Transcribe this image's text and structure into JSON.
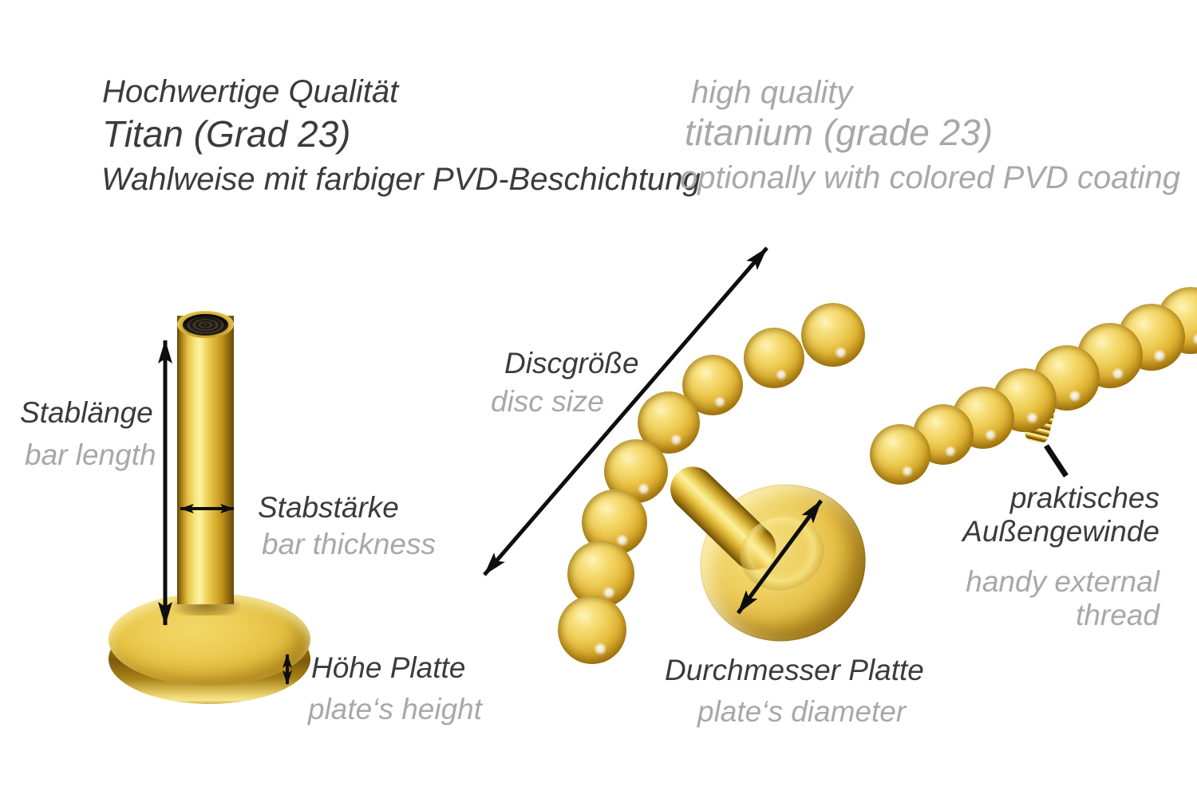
{
  "theme": {
    "text_dark": "#3b3b3d",
    "text_gray": "#a8a8ab",
    "arrow": "#0e0e0e",
    "bg": "#ffffff",
    "gold_light": "#fdf4bc",
    "gold_mid": "#efce58",
    "gold_dark": "#7d5a0a"
  },
  "header": {
    "de": {
      "line1": "Hochwertige Qualität",
      "line2": "Titan (Grad 23)",
      "line3": "Wahlweise mit farbiger PVD-Beschichtung"
    },
    "en": {
      "line1": "high quality",
      "line2": "titanium (grade 23)",
      "line3": "optionally with colored PVD coating"
    }
  },
  "labels": {
    "bar_length": {
      "de": "Stablänge",
      "en": "bar length"
    },
    "bar_thickness": {
      "de": "Stabstärke",
      "en": "bar thickness"
    },
    "plate_height": {
      "de": "Höhe Platte",
      "en": "plate‘s height"
    },
    "disc_size": {
      "de": "Discgröße",
      "en": "disc size"
    },
    "plate_diameter": {
      "de": "Durchmesser Platte",
      "en": "plate‘s diameter"
    },
    "external_thread": {
      "de_line1": "praktisches",
      "de_line2": "Außengewinde",
      "en_line1": "handy external",
      "en_line2": "thread"
    }
  }
}
